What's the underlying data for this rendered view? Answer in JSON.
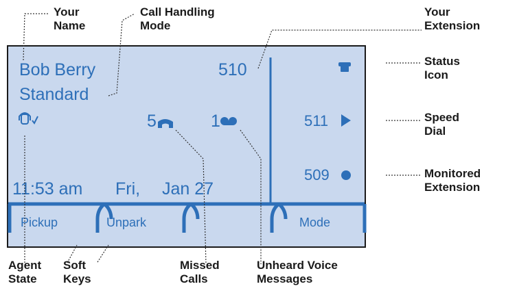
{
  "phone": {
    "name": "Bob Berry",
    "extension": "510",
    "mode": "Standard",
    "agent_state_icon": "agent-headset-check-icon",
    "missed_count": "5",
    "missed_icon": "handset-icon",
    "voicemail_count": "1",
    "voicemail_icon": "voicemail-tape-icon",
    "time": "11:53 am",
    "day": "Fri,",
    "date": "Jan 27",
    "status_icon": "phone-status-icon",
    "speed_dial": {
      "number": "511",
      "icon": "play-arrow-icon"
    },
    "monitored": {
      "number": "509",
      "icon": "circle-dot-icon"
    },
    "softkeys": [
      "Pickup",
      "Unpark",
      "",
      "Mode"
    ],
    "lcd_color": "#2d6fb8",
    "screen_bg": "#c9d8ee"
  },
  "callouts": {
    "your_name": "Your\nName",
    "call_handling": "Call Handling\nMode",
    "your_extension": "Your\nExtension",
    "status_icon": "Status\nIcon",
    "speed_dial": "Speed\nDial",
    "monitored": "Monitored\nExtension",
    "agent_state": "Agent\nState",
    "soft_keys": "Soft\nKeys",
    "missed_calls": "Missed\nCalls",
    "unheard_voice": "Unheard Voice\nMessages"
  }
}
